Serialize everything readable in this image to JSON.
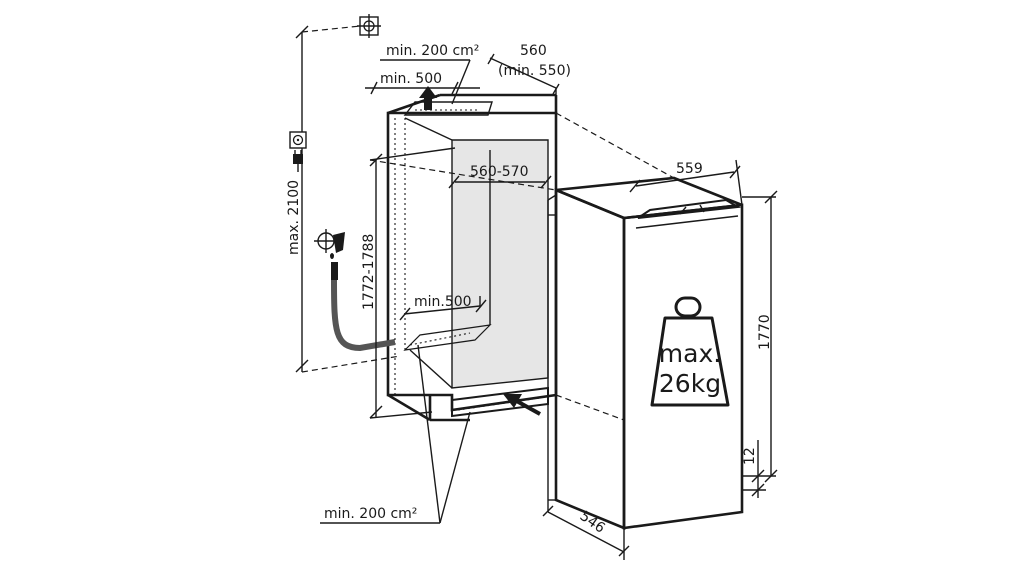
{
  "labels": {
    "vent_top_area": "min. 200 cm²",
    "vent_top_depth": "min. 500",
    "niche_depth_main": "560",
    "niche_depth_min": "(min. 550)",
    "niche_width": "560-570",
    "max_height": "max. 2100",
    "niche_height": "1772-1788",
    "vent_bottom_depth": "min.500",
    "vent_bottom_area": "min. 200 cm²",
    "appliance_width": "559",
    "appliance_height": "1770",
    "appliance_depth": "546",
    "toe_gap": "12",
    "weight_line1": "max.",
    "weight_line2": "26kg"
  },
  "icons": [
    "crosshair-icon",
    "socket-icon",
    "plug-icon",
    "water-tap-icon",
    "water-hose-icon",
    "weight-icon",
    "airflow-arrow-icon"
  ],
  "colors": {
    "ink": "#1a1a1a",
    "niche_fill": "#e6e6e6",
    "hose": "#555555",
    "background": "#ffffff"
  }
}
